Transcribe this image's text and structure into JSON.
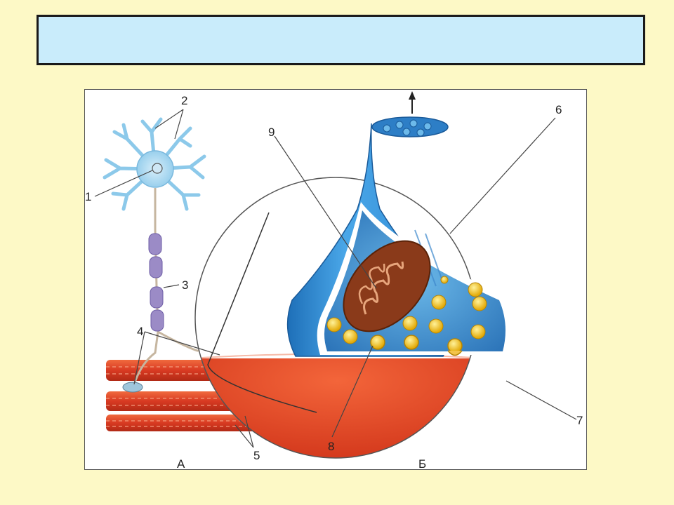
{
  "title_bar": {
    "text": ""
  },
  "diagram": {
    "labels": {
      "l1": "1",
      "l2": "2",
      "l3": "3",
      "l4": "4",
      "l5": "5",
      "l6": "6",
      "l7": "7",
      "l8": "8",
      "l9": "9"
    },
    "panels": {
      "a": "А",
      "b": "Б"
    }
  },
  "colors": {
    "background": "#fdf9c6",
    "title_fill": "#c9ecfb",
    "neuron": "#a9d8ef",
    "myelin": "#9b8bc6",
    "terminal": "#2f86d2",
    "muscle": "#e2472a",
    "mitochondrion": "#8a3a1a",
    "vesicle": "#f5c517"
  }
}
